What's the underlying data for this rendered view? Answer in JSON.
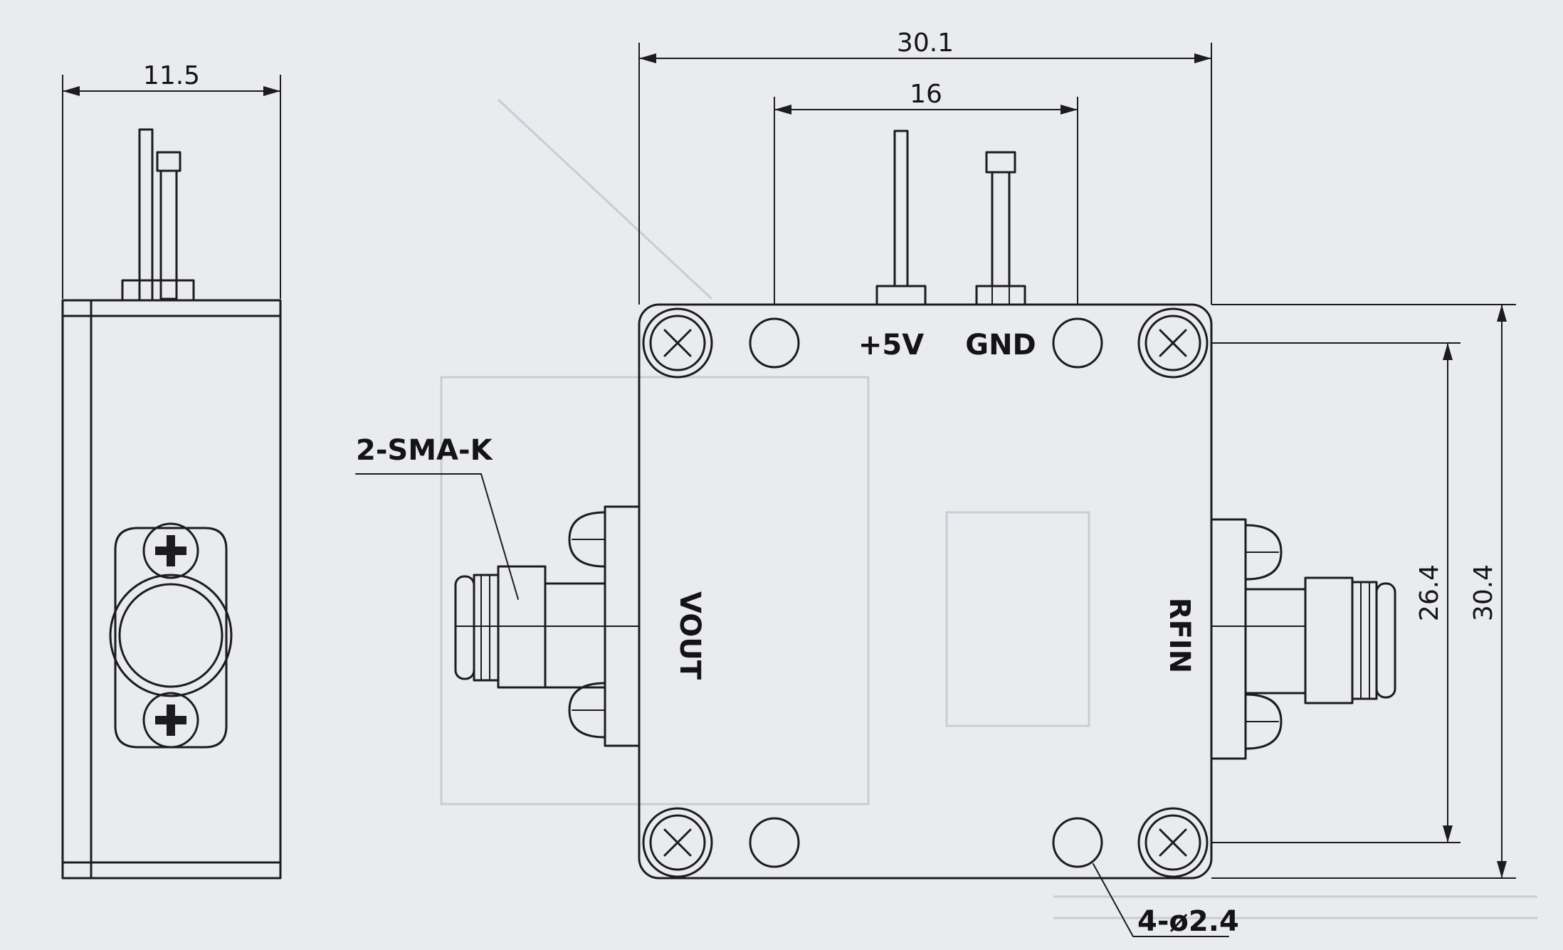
{
  "dimensions": {
    "side_width": "11.5",
    "top_width": "30.1",
    "pin_spacing": "16",
    "hole_spacing": "26.4",
    "total_height": "30.4"
  },
  "labels": {
    "connector": "2-SMA-K",
    "power_pin": "+5V",
    "ground_pin": "GND",
    "output_port": "VOUT",
    "input_port": "RFIN",
    "holes": "4-ø2.4"
  }
}
